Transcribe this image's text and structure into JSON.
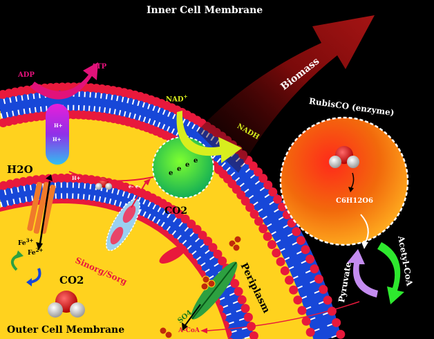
{
  "labels": {
    "inner_membrane": "Inner Cell Membrane",
    "outer_membrane": "Outer Cell Membrane",
    "adp": "ADP",
    "atp": "ATP",
    "nad_base": "NAD",
    "nad_sup": "+",
    "nadh": "NADH",
    "biomass": "Biomass",
    "rubisco": "RubisCO (enzyme)",
    "glucose": "C6H12O6",
    "acetyl_coa": "Acetyl-CoA",
    "pyruvate": "Pyruvate",
    "h2o": "H2O",
    "co2_inner": "CO2",
    "co2_outer": "CO2",
    "fe3_base": "Fe",
    "fe3_sup": "3+",
    "fe2_base": "Fe",
    "fe2_sup": "2+",
    "s_inorg": "Sinorg/Sorg",
    "periplasm": "Periplasm",
    "so4": "SO4",
    "a_coa": "A-CoA",
    "h_plus": "H+",
    "e_minus": "e-",
    "e_plain": "e"
  },
  "colors": {
    "background": "#000000",
    "cytoplasm": "#ffd21e",
    "lipid_head": "#e8193c",
    "lipid_tail": "#ffffff",
    "membrane_band": "#1747d8",
    "biomass_arrow": "#8b0e0e",
    "atp_arrow": "#e2127a",
    "nad_arrow": "#d8ee1e",
    "rubisco_sphere": "#f26a0c",
    "pyruvate_arrow": "#c48cf0",
    "acetyl_arrow": "#2ee82e",
    "transporter_green": "#2da040",
    "fe_channel": "#f07a2a",
    "s_channel": "#e8456a",
    "text_white": "#ffffff",
    "text_red": "#e8193c"
  },
  "icons": [
    "water-molecule-icon",
    "electron-carrier-icon",
    "atp-synthase-icon",
    "iron-channel-icon",
    "sulfur-transporter-icon",
    "sulfate-transporter-icon"
  ]
}
